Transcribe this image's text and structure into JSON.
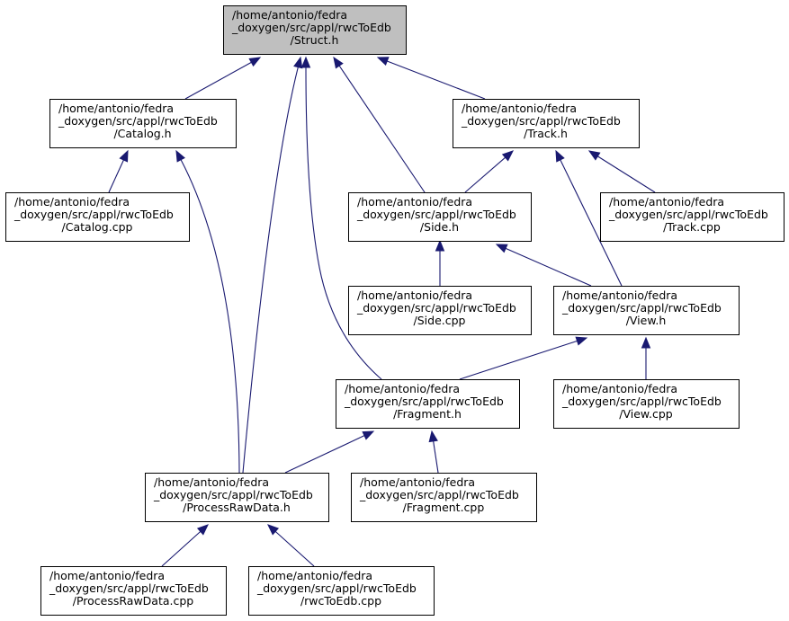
{
  "colors": {
    "edge": "#191970",
    "root_fill": "#bfbfbf",
    "node_fill": "#ffffff",
    "node_border": "#000000"
  },
  "nodes": {
    "struct_h": {
      "lines": [
        "/home/antonio/fedra",
        "_doxygen/src/appl/rwcToEdb",
        "/Struct.h"
      ],
      "root": true
    },
    "catalog_h": {
      "lines": [
        "/home/antonio/fedra",
        "_doxygen/src/appl/rwcToEdb",
        "/Catalog.h"
      ]
    },
    "track_h": {
      "lines": [
        "/home/antonio/fedra",
        "_doxygen/src/appl/rwcToEdb",
        "/Track.h"
      ]
    },
    "catalog_cpp": {
      "lines": [
        "/home/antonio/fedra",
        "_doxygen/src/appl/rwcToEdb",
        "/Catalog.cpp"
      ]
    },
    "side_h": {
      "lines": [
        "/home/antonio/fedra",
        "_doxygen/src/appl/rwcToEdb",
        "/Side.h"
      ]
    },
    "track_cpp": {
      "lines": [
        "/home/antonio/fedra",
        "_doxygen/src/appl/rwcToEdb",
        "/Track.cpp"
      ]
    },
    "side_cpp": {
      "lines": [
        "/home/antonio/fedra",
        "_doxygen/src/appl/rwcToEdb",
        "/Side.cpp"
      ]
    },
    "view_h": {
      "lines": [
        "/home/antonio/fedra",
        "_doxygen/src/appl/rwcToEdb",
        "/View.h"
      ]
    },
    "fragment_h": {
      "lines": [
        "/home/antonio/fedra",
        "_doxygen/src/appl/rwcToEdb",
        "/Fragment.h"
      ]
    },
    "view_cpp": {
      "lines": [
        "/home/antonio/fedra",
        "_doxygen/src/appl/rwcToEdb",
        "/View.cpp"
      ]
    },
    "processrawdata_h": {
      "lines": [
        "/home/antonio/fedra",
        "_doxygen/src/appl/rwcToEdb",
        "/ProcessRawData.h"
      ]
    },
    "fragment_cpp": {
      "lines": [
        "/home/antonio/fedra",
        "_doxygen/src/appl/rwcToEdb",
        "/Fragment.cpp"
      ]
    },
    "processrawdata_cpp": {
      "lines": [
        "/home/antonio/fedra",
        "_doxygen/src/appl/rwcToEdb",
        "/ProcessRawData.cpp"
      ]
    },
    "rwctoedb_cpp": {
      "lines": [
        "/home/antonio/fedra",
        "_doxygen/src/appl/rwcToEdb",
        "/rwcToEdb.cpp"
      ]
    }
  },
  "edges": [
    {
      "from": "catalog_h",
      "to": "struct_h"
    },
    {
      "from": "processrawdata_h",
      "to": "struct_h"
    },
    {
      "from": "fragment_h",
      "to": "struct_h"
    },
    {
      "from": "side_h",
      "to": "struct_h"
    },
    {
      "from": "track_h",
      "to": "struct_h"
    },
    {
      "from": "catalog_cpp",
      "to": "catalog_h"
    },
    {
      "from": "processrawdata_h",
      "to": "catalog_h"
    },
    {
      "from": "side_h",
      "to": "track_h"
    },
    {
      "from": "view_h",
      "to": "track_h"
    },
    {
      "from": "track_cpp",
      "to": "track_h"
    },
    {
      "from": "side_cpp",
      "to": "side_h"
    },
    {
      "from": "view_h",
      "to": "side_h"
    },
    {
      "from": "fragment_h",
      "to": "view_h"
    },
    {
      "from": "view_cpp",
      "to": "view_h"
    },
    {
      "from": "processrawdata_h",
      "to": "fragment_h"
    },
    {
      "from": "fragment_cpp",
      "to": "fragment_h"
    },
    {
      "from": "processrawdata_cpp",
      "to": "processrawdata_h"
    },
    {
      "from": "rwctoedb_cpp",
      "to": "processrawdata_h"
    }
  ]
}
